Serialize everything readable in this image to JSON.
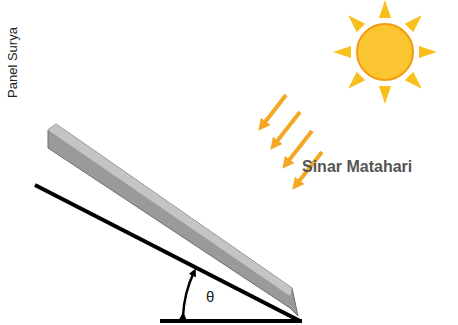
{
  "diagram": {
    "labels": [
      "Panel Surya",
      "Sinar Matahari",
      "θ"
    ]
  }
}
